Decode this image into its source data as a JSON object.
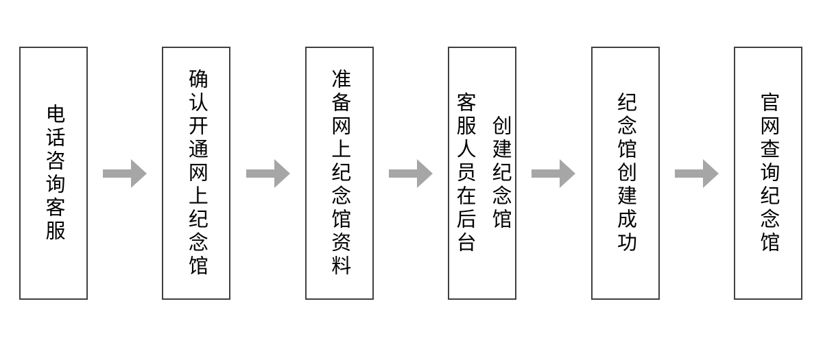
{
  "colors": {
    "background": "#ffffff",
    "box_border": "#404040",
    "text": "#000000",
    "arrow": "#a6a6a6"
  },
  "flow": {
    "direction": "left-to-right",
    "steps": [
      {
        "label": "电话咨询客服"
      },
      {
        "label": "确认开通网上纪念馆"
      },
      {
        "label": "准备网上纪念馆资料"
      },
      {
        "label": "客服人员在后台\n创建纪念馆"
      },
      {
        "label": "纪念馆创建成功"
      },
      {
        "label": "官网查询纪念馆"
      }
    ]
  }
}
